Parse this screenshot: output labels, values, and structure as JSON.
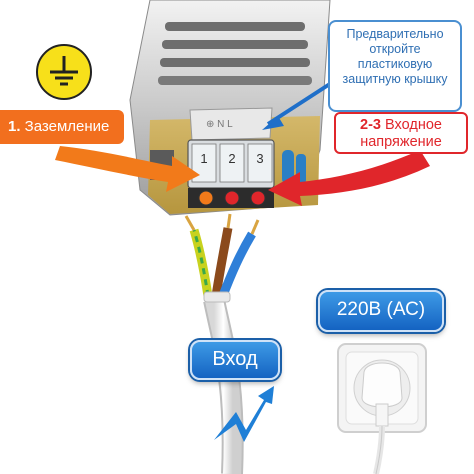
{
  "labels": {
    "open_cover_hint": [
      "Предварительно",
      "откройте",
      "пластиковую",
      "защитную крышку"
    ],
    "ground_number": "1.",
    "ground_text": " Заземление",
    "input_number": "2-3",
    "input_text_1": " Входное",
    "input_text_2": "напряжение",
    "voltage": "220В (АС)",
    "entry": "Вход",
    "terminal_numbers": [
      "1",
      "2",
      "3"
    ],
    "case_marking": "⊕ N L"
  },
  "icons": {
    "ground": "ground-symbol-icon",
    "blue_arrow": "blue-pointer-arrow-icon",
    "orange_arrow": "orange-curved-arrow-icon",
    "red_arrow": "red-curved-arrow-icon",
    "lightning": "lightning-zigzag-arrow-icon",
    "socket": "wall-socket-with-plug-icon"
  },
  "colors": {
    "ground_orange": "#f26f1e",
    "input_red": "#e0262b",
    "hint_blue": "#2f6fb3",
    "button_blue": "#1463c2",
    "ground_badge_yellow": "#f7e01a",
    "wire_brown": "#8b4a1c",
    "wire_blue": "#2f7fd8",
    "wire_yellow_green": "#c8d21e"
  }
}
